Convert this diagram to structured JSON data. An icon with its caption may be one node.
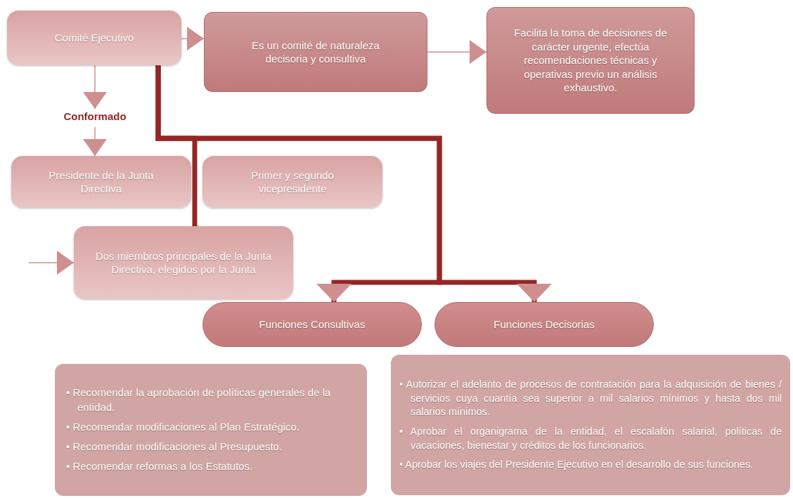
{
  "diagram": {
    "nodes": [
      {
        "text": [
          "Comité Ejecutivo"
        ]
      },
      {
        "text": [
          "Es un comité de naturaleza decisoria y consultiva"
        ]
      },
      {
        "text": [
          "Facilita la toma de decisiones de carácter urgente, efectúa recomendaciones técnicas y operativas previo un análisis exhaustivo."
        ]
      },
      {
        "text": [
          "Conformado"
        ]
      },
      {
        "text": [
          "Presidente de la Junta Directiva"
        ]
      },
      {
        "text": [
          "Primer y segundo vicepresidente"
        ]
      },
      {
        "text": [
          "Dos miembros principales de la Junta Directiva, elegidos por la Junta"
        ]
      },
      {
        "text": [
          "Funciones Consultivas"
        ]
      },
      {
        "text": [
          "Funciones Decisorias"
        ]
      },
      {
        "text": [
          "• Recomendar la aprobación de políticas generales de la entidad.",
          "• Recomendar modificaciones al Plan Estratégico.",
          "• Recomendar modificaciones al Presupuesto.",
          "• Recomendar reformas a los Estatutos."
        ]
      },
      {
        "text": [
          "• Autorizar el adelanto de procesos de contratación para la adquisición de bienes / servicios cuya cuantía sea superior a mil salarios mínimos y hasta dos mil salarios mínimos.",
          "• Aprobar el organigrama de la entidad, el escalafón salarial, políticas de vacaciones, bienestar y créditos de los funcionarios.",
          "• Aprobar los viajes del Presidente Ejecutivo en el desarrollo de sus funciones."
        ]
      }
    ],
    "edges": [
      {
        "from": 0,
        "to": 1,
        "arrow": "to"
      },
      {
        "from": 1,
        "to": 2,
        "arrow": "to"
      },
      {
        "from": 0,
        "to": 3,
        "arrow": "to"
      },
      {
        "from": 3,
        "to": 4,
        "arrow": "to"
      },
      {
        "from": null,
        "to": 6,
        "arrow": "to"
      },
      {
        "from": 0,
        "to": 6,
        "arrow": "none",
        "style": "thick",
        "color": "#962626"
      },
      {
        "from": 0,
        "to": 7,
        "arrow": "to",
        "style": "thick",
        "color": "#962626"
      },
      {
        "from": 0,
        "to": 8,
        "arrow": "to",
        "style": "thick",
        "color": "#962626"
      }
    ]
  }
}
